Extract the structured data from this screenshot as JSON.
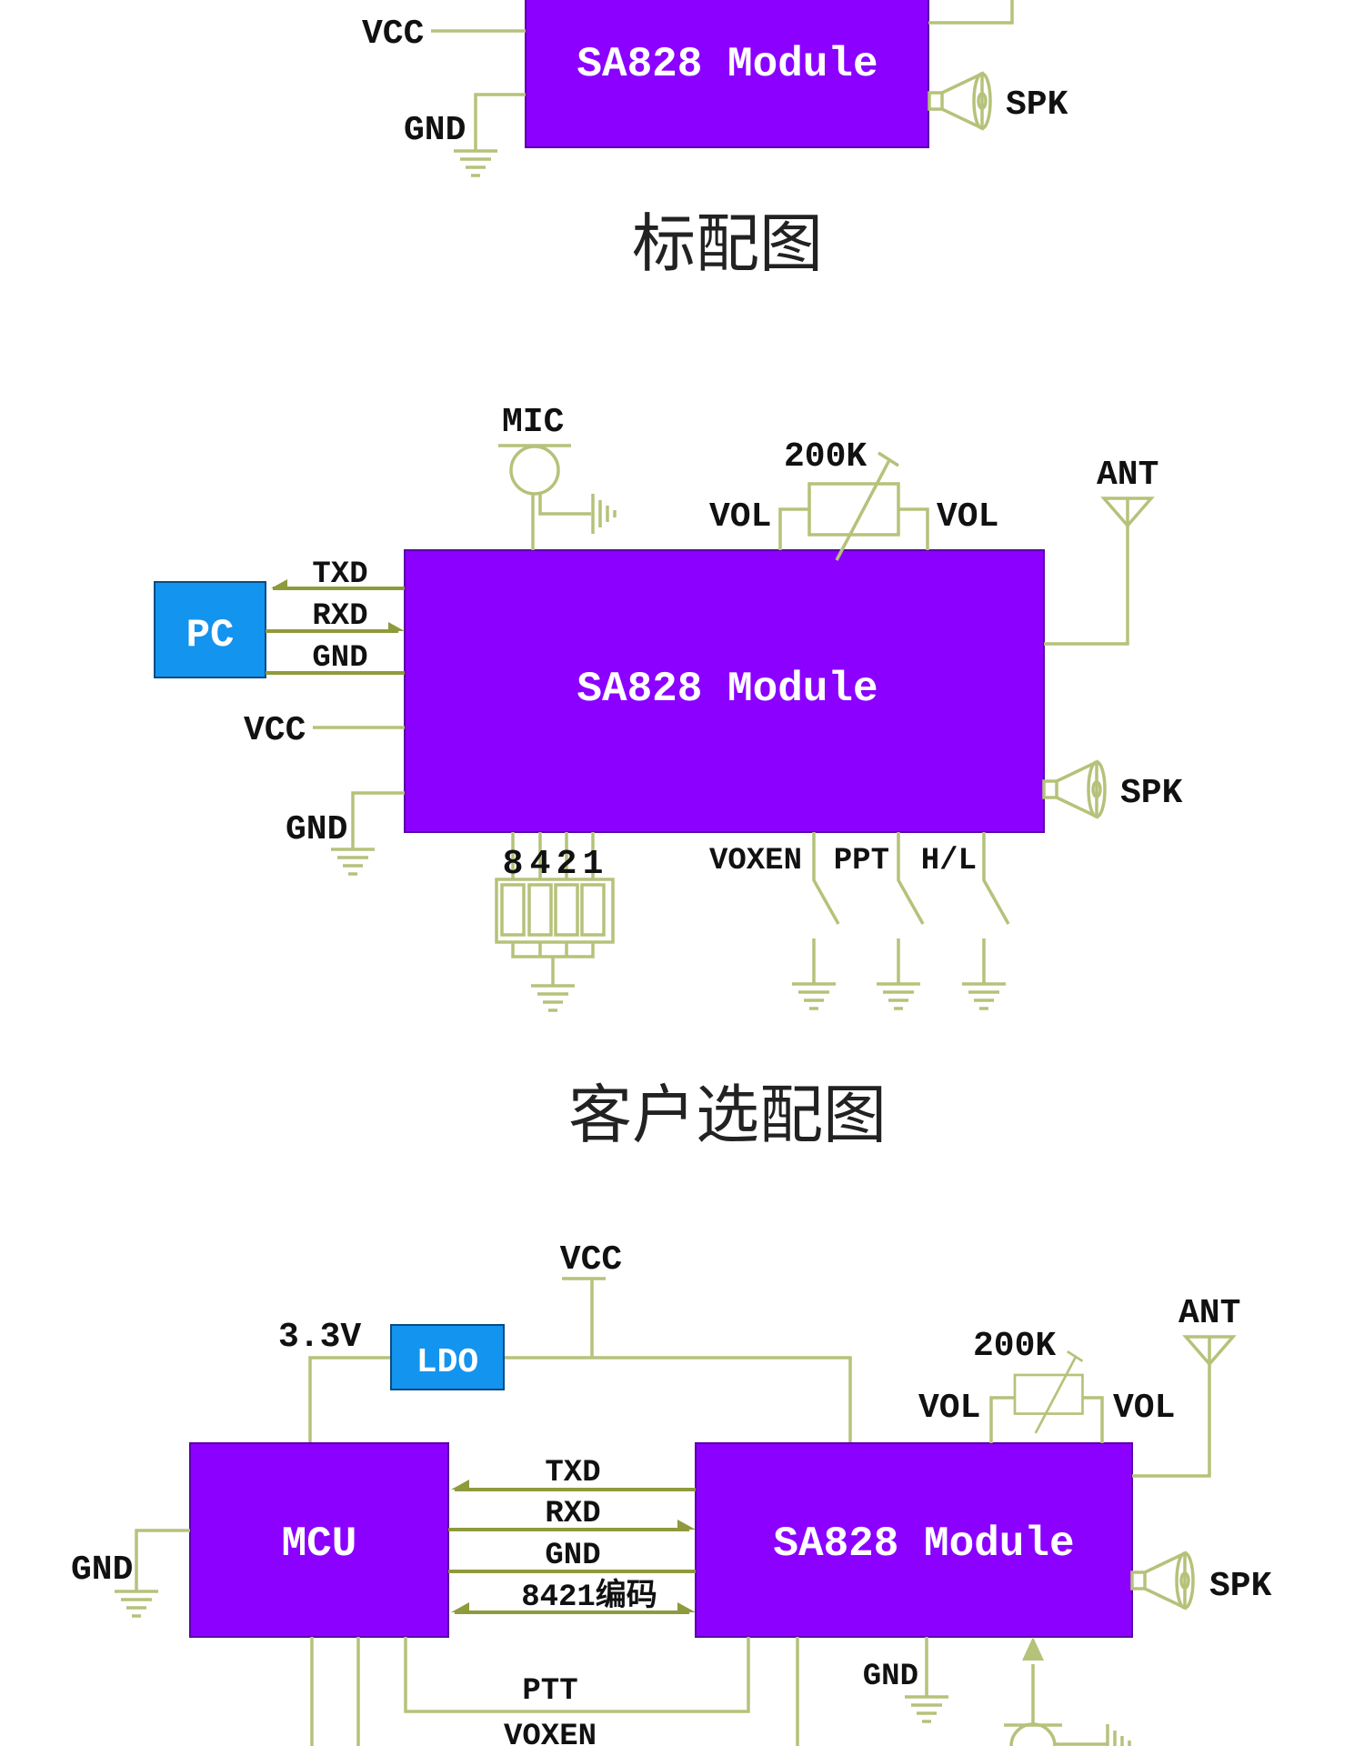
{
  "colors": {
    "module": "#8b00ff",
    "blue_box": "#1394ee",
    "wire": "#b5c27a",
    "wire_dark": "#8f9a3c",
    "text": "#111111"
  },
  "diagram_standard": {
    "module_label": "SA828 Module",
    "vcc_label": "VCC",
    "gnd_label": "GND",
    "spk_label": "SPK",
    "caption": "标配图"
  },
  "diagram_custom": {
    "module_label": "SA828 Module",
    "mic_label": "MIC",
    "pot_value": "200K",
    "vol_left_label": "VOL",
    "vol_right_label": "VOL",
    "ant_label": "ANT",
    "pc_label": "PC",
    "uart_labels": [
      "TXD",
      "RXD",
      "GND"
    ],
    "vcc_label": "VCC",
    "gnd_label": "GND",
    "spk_label": "SPK",
    "dip_labels": [
      "8",
      "4",
      "2",
      "1"
    ],
    "switch_labels": [
      "VOXEN",
      "PPT",
      "H/L"
    ],
    "caption": "客户选配图"
  },
  "diagram_mcu": {
    "vcc_label": "VCC",
    "v33_label": "3.3V",
    "ldo_label": "LDO",
    "mcu_label": "MCU",
    "module_label": "SA828 Module",
    "pot_value": "200K",
    "vol_left_label": "VOL",
    "vol_right_label": "VOL",
    "ant_label": "ANT",
    "mcu_gnd_label": "GND",
    "bus_labels": [
      "TXD",
      "RXD",
      "GND",
      "8421编码"
    ],
    "spk_label": "SPK",
    "module_gnd_label": "GND",
    "ptt_label": "PTT",
    "voxen_label": "VOXEN"
  }
}
